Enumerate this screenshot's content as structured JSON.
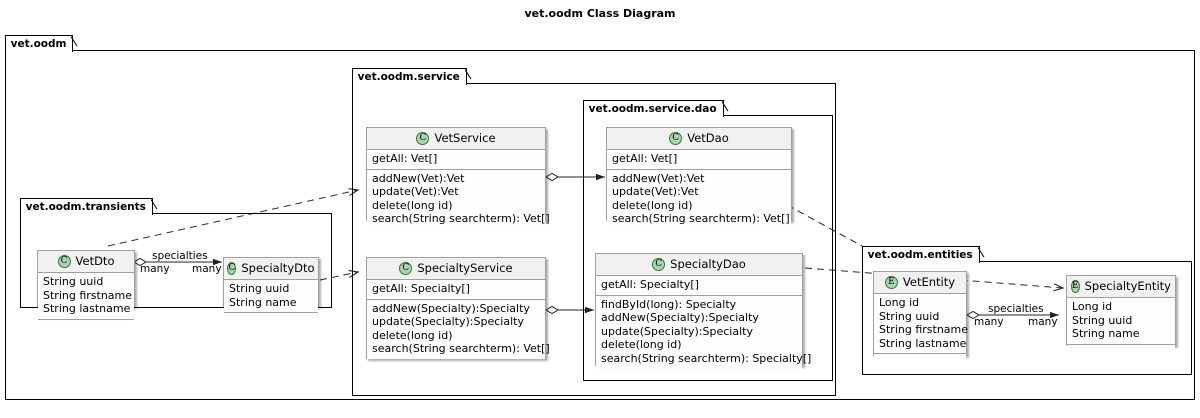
{
  "diagram": {
    "title": "vet.oodm Class Diagram",
    "accent_circle_fill": "#ADD1B2",
    "accent_circle_stroke": "#258026",
    "class_header_fill": "#F1F1F1",
    "class_body_fill": "#FEFEFE",
    "class_border": "#A0A0A0",
    "package_border": "#000000",
    "background": "#FFFFFF"
  },
  "packages": [
    {
      "id": "root",
      "label": "vet.oodm"
    },
    {
      "id": "transients",
      "label": "vet.oodm.transients"
    },
    {
      "id": "service",
      "label": "vet.oodm.service"
    },
    {
      "id": "dao",
      "label": "vet.oodm.service.dao"
    },
    {
      "id": "entities",
      "label": "vet.oodm.entities"
    }
  ],
  "classes": [
    {
      "id": "VetDto",
      "name": "VetDto",
      "stereotype": "C",
      "stereotype_icon": "class-circle-icon",
      "attributes": [
        "String uuid",
        "String firstname",
        "String lastname"
      ],
      "methods": []
    },
    {
      "id": "SpecialtyDto",
      "name": "SpecialtyDto",
      "stereotype": "C",
      "stereotype_icon": "class-circle-icon",
      "attributes": [
        "String uuid",
        "String name"
      ],
      "methods": []
    },
    {
      "id": "VetService",
      "name": "VetService",
      "stereotype": "C",
      "stereotype_icon": "class-circle-icon",
      "attributes": [
        "getAll: Vet[]"
      ],
      "methods": [
        "addNew(Vet):Vet",
        "update(Vet):Vet",
        "delete(long id)",
        "search(String searchterm): Vet[]"
      ]
    },
    {
      "id": "SpecialtyService",
      "name": "SpecialtyService",
      "stereotype": "C",
      "stereotype_icon": "class-circle-icon",
      "attributes": [
        "getAll: Specialty[]"
      ],
      "methods": [
        "addNew(Specialty):Specialty",
        "update(Specialty):Specialty",
        "delete(long id)",
        "search(String searchterm): Vet[]"
      ]
    },
    {
      "id": "VetDao",
      "name": "VetDao",
      "stereotype": "C",
      "stereotype_icon": "class-circle-icon",
      "attributes": [
        "getAll: Vet[]"
      ],
      "methods": [
        "addNew(Vet):Vet",
        "update(Vet):Vet",
        "delete(long id)",
        "search(String searchterm): Vet[]"
      ]
    },
    {
      "id": "SpecialtyDao",
      "name": "SpecialtyDao",
      "stereotype": "C",
      "stereotype_icon": "class-circle-icon",
      "attributes": [
        "getAll: Specialty[]"
      ],
      "methods": [
        "findById(long): Specialty",
        "addNew(Specialty):Specialty",
        "update(Specialty):Specialty",
        "delete(long id)",
        "search(String searchterm): Specialty[]"
      ]
    },
    {
      "id": "VetEntity",
      "name": "VetEntity",
      "stereotype": "E",
      "stereotype_icon": "entity-circle-icon",
      "attributes": [
        "Long id",
        "String uuid",
        "String firstname",
        "String lastname"
      ],
      "methods": []
    },
    {
      "id": "SpecialtyEntity",
      "name": "SpecialtyEntity",
      "stereotype": "E",
      "stereotype_icon": "entity-circle-icon",
      "attributes": [
        "Long id",
        "String uuid",
        "String name"
      ],
      "methods": []
    }
  ],
  "relationships": [
    {
      "id": "dto-assoc",
      "from": "VetDto",
      "to": "SpecialtyDto",
      "type": "aggregation",
      "label": "specialties",
      "from_multiplicity": "many",
      "to_multiplicity": "many"
    },
    {
      "id": "entity-assoc",
      "from": "VetEntity",
      "to": "SpecialtyEntity",
      "type": "aggregation",
      "label": "specialties",
      "from_multiplicity": "many",
      "to_multiplicity": "many"
    },
    {
      "id": "vetservice-vetdao",
      "from": "VetService",
      "to": "VetDao",
      "type": "aggregation",
      "label": "",
      "from_multiplicity": "",
      "to_multiplicity": ""
    },
    {
      "id": "specialtyservice-specialtydao",
      "from": "SpecialtyService",
      "to": "SpecialtyDao",
      "type": "aggregation",
      "label": "",
      "from_multiplicity": "",
      "to_multiplicity": ""
    },
    {
      "id": "vetdto-vetservice",
      "from": "VetDto",
      "to": "VetService",
      "type": "dependency",
      "label": "",
      "from_multiplicity": "",
      "to_multiplicity": ""
    },
    {
      "id": "specialtydto-specialtyservice",
      "from": "SpecialtyDto",
      "to": "SpecialtyService",
      "type": "dependency",
      "label": "",
      "from_multiplicity": "",
      "to_multiplicity": ""
    },
    {
      "id": "vetdao-vetentity",
      "from": "VetDao",
      "to": "VetEntity",
      "type": "dependency",
      "label": "",
      "from_multiplicity": "",
      "to_multiplicity": ""
    },
    {
      "id": "specialtydao-specialtyentity",
      "from": "SpecialtyDao",
      "to": "SpecialtyEntity",
      "type": "dependency",
      "label": "",
      "from_multiplicity": "",
      "to_multiplicity": ""
    }
  ]
}
